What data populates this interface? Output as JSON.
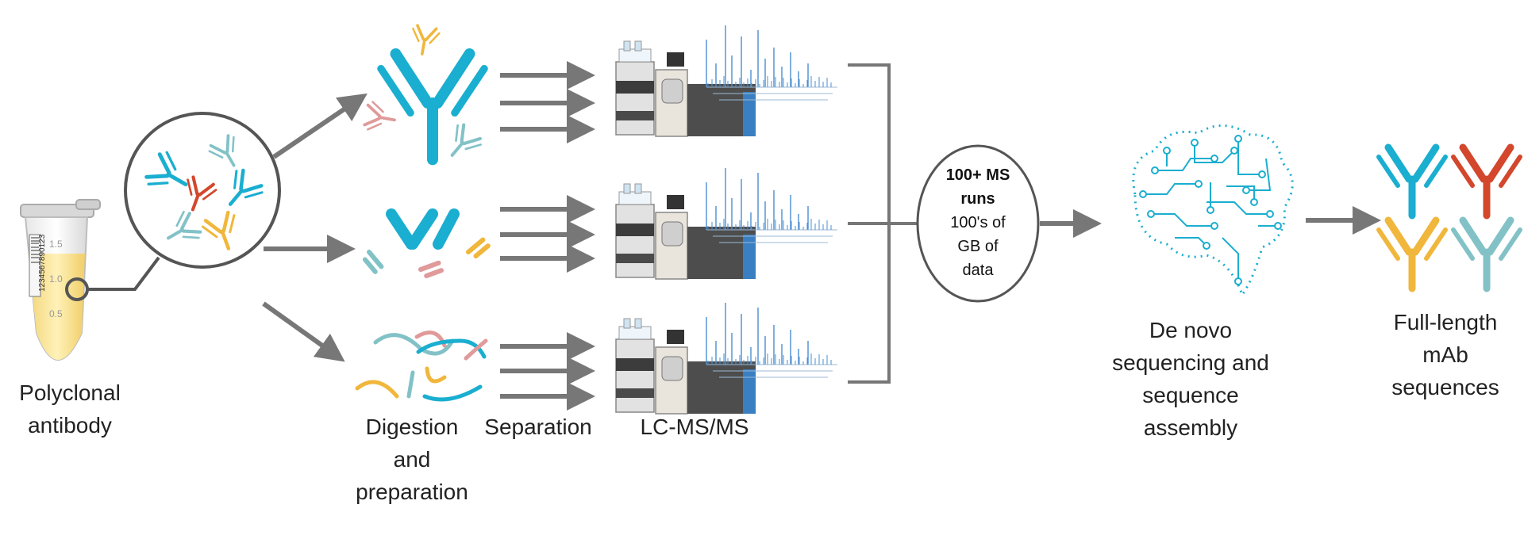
{
  "colors": {
    "cyan": "#1aaed0",
    "red": "#d3472c",
    "yellow": "#f0b73c",
    "teal": "#82c2c7",
    "pink": "#e09a9a",
    "arrow": "#777777",
    "dark": "#4d4d4d"
  },
  "labels": {
    "polyclonal": [
      "Polyclonal",
      "antibody"
    ],
    "digestion": [
      "Digestion",
      "and",
      "preparation"
    ],
    "separation": "Separation",
    "lcms": "LC-MS/MS",
    "denovo": [
      "De novo",
      "sequencing and",
      "sequence",
      "assembly"
    ],
    "fulllength": [
      "Full-length",
      "mAb",
      "sequences"
    ]
  },
  "oval": {
    "bold": [
      "100+ MS",
      "runs"
    ],
    "normal": [
      "100's of",
      "GB of",
      "data"
    ]
  },
  "tube": {
    "barcode_text": "1234567890123",
    "marks": [
      "1.5",
      "1.0",
      "0.5"
    ]
  },
  "icons": {
    "tube": "microcentrifuge-tube-icon",
    "antibody": "antibody-icon",
    "instrument": "lc-ms-instrument-icon",
    "spectrum": "mass-spectrum-icon",
    "brain": "circuit-brain-icon"
  }
}
